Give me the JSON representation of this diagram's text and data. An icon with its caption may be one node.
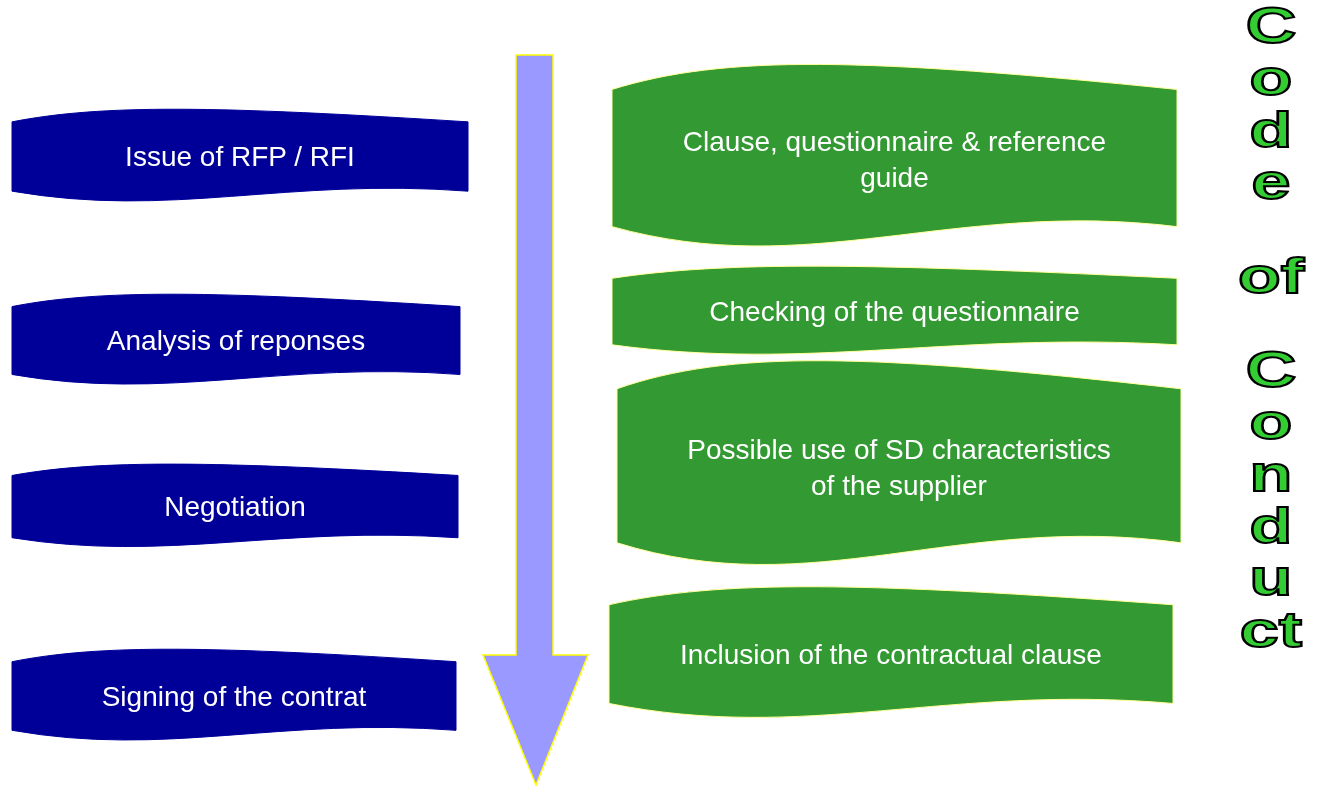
{
  "diagram": {
    "nodes": [
      {
        "text": [
          "Issue of RFP / RFI"
        ]
      },
      {
        "text": [
          "Analysis of reponses"
        ]
      },
      {
        "text": [
          "Negotiation"
        ]
      },
      {
        "text": [
          "Signing of the contrat"
        ]
      },
      {
        "text": [
          "Clause, questionnaire & reference guide"
        ]
      },
      {
        "text": [
          "Checking of the questionnaire"
        ]
      },
      {
        "text": [
          "Possible use of SD characteristics of the supplier"
        ]
      },
      {
        "text": [
          "Inclusion of the contractual clause"
        ]
      }
    ],
    "labels": [
      "Code of Conduct"
    ]
  }
}
